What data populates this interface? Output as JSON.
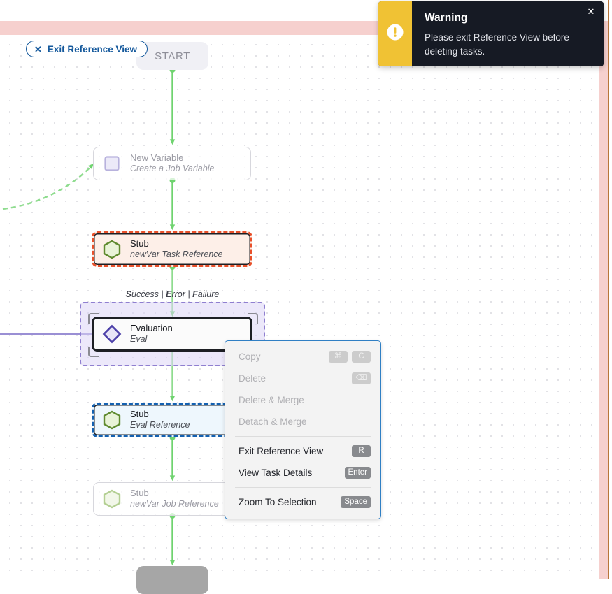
{
  "colors": {
    "accent_blue": "#15599c",
    "menu_border_blue": "#2f7fc4",
    "warning_yellow": "#f0c234",
    "toast_background": "#161a24",
    "reference_purple": "#8f7fd0",
    "highlight_orange": "#e8502a",
    "selection_blue": "#1360b0",
    "edge_green": "#6fd36f",
    "band_pink": "#f6d0ce"
  },
  "exit_reference_button": {
    "label": "Exit Reference View",
    "icon": "close-x-icon"
  },
  "graph": {
    "start_node": {
      "label": "START"
    },
    "end_node": {
      "label": ""
    },
    "group_label": {
      "parts": [
        {
          "bold": "S",
          "rest": "uccess"
        },
        {
          "sep": " | "
        },
        {
          "bold": "E",
          "rest": "rror"
        },
        {
          "sep": " | "
        },
        {
          "bold": "F",
          "rest": "ailure"
        }
      ],
      "plain": "Success | Error | Failure"
    },
    "nodes": [
      {
        "id": "new-variable",
        "name": "New Variable",
        "subtitle": "Create a Job Variable",
        "icon": "square-variable-icon",
        "state": "muted"
      },
      {
        "id": "stub-task-reference",
        "name": "Stub",
        "subtitle": "newVar Task Reference",
        "icon": "hexagon-stub-icon",
        "state": "highlighted-orange"
      },
      {
        "id": "evaluation",
        "name": "Evaluation",
        "subtitle": "Eval",
        "icon": "diamond-evaluation-icon",
        "state": "selected"
      },
      {
        "id": "stub-eval-reference",
        "name": "Stub",
        "subtitle": "Eval Reference",
        "icon": "hexagon-stub-icon",
        "state": "selected-blue"
      },
      {
        "id": "stub-job-reference",
        "name": "Stub",
        "subtitle": "newVar Job Reference",
        "icon": "hexagon-stub-icon",
        "state": "muted"
      }
    ]
  },
  "context_menu": {
    "groups": [
      {
        "items": [
          {
            "label": "Copy",
            "keys": [
              "⌘",
              "C"
            ],
            "enabled": false
          },
          {
            "label": "Delete",
            "keys": [
              "⌫"
            ],
            "enabled": false
          },
          {
            "label": "Delete & Merge",
            "keys": [],
            "enabled": false
          },
          {
            "label": "Detach & Merge",
            "keys": [],
            "enabled": false
          }
        ]
      },
      {
        "items": [
          {
            "label": "Exit Reference View",
            "keys": [
              "R"
            ],
            "enabled": true
          },
          {
            "label": "View Task Details",
            "keys": [
              "Enter"
            ],
            "enabled": true
          }
        ]
      },
      {
        "items": [
          {
            "label": "Zoom To Selection",
            "keys": [
              "Space"
            ],
            "enabled": true
          }
        ]
      }
    ]
  },
  "toast": {
    "title": "Warning",
    "message": "Please exit Reference View before deleting tasks.",
    "icon": "exclamation-circle-icon",
    "close_icon": "close-x-icon"
  }
}
